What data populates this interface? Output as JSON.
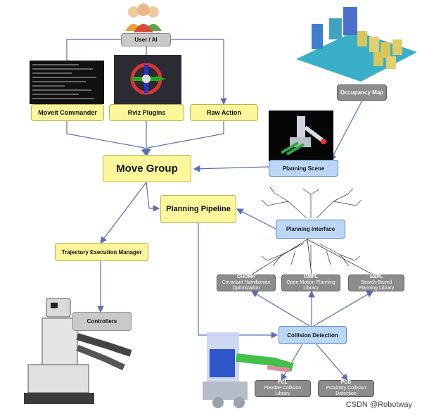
{
  "nodes": {
    "user_ai": "User / AI",
    "moveit_commander": "Moveit Commander",
    "rviz_plugins": "Rviz Plugins",
    "raw_action": "Raw Action",
    "occupancy_map": "Occupancy Map",
    "planning_scene": "Planning Scene",
    "move_group": "Move Group",
    "planning_pipeline": "Planning Pipeline",
    "planning_interface": "Planning Interface",
    "trajectory_execution_manager": "Trajectory Execution Manager",
    "controllers": "Controllers",
    "collision_detection": "Collision Detection"
  },
  "planners": [
    {
      "title": "CHOMP",
      "line1": "Covariant Hamiltonian",
      "line2": "Optimization"
    },
    {
      "title": "OMPL",
      "line1": "Open Motion Planning",
      "line2": "Library"
    },
    {
      "title": "SBPL",
      "line1": "Search-Based",
      "line2": "Planning Library"
    }
  ],
  "collision_libs": [
    {
      "title": "FCL",
      "line1": "Flexible Collision",
      "line2": "Library"
    },
    {
      "title": "PCD",
      "line1": "Proximity Collision",
      "line2": "Detection"
    }
  ],
  "watermark": "CSDN @Robotway",
  "colors": {
    "yellow": "#fbf79a",
    "blue": "#bcd7f5",
    "gray": "#8c8c8c",
    "line": "#5b6fb0"
  }
}
